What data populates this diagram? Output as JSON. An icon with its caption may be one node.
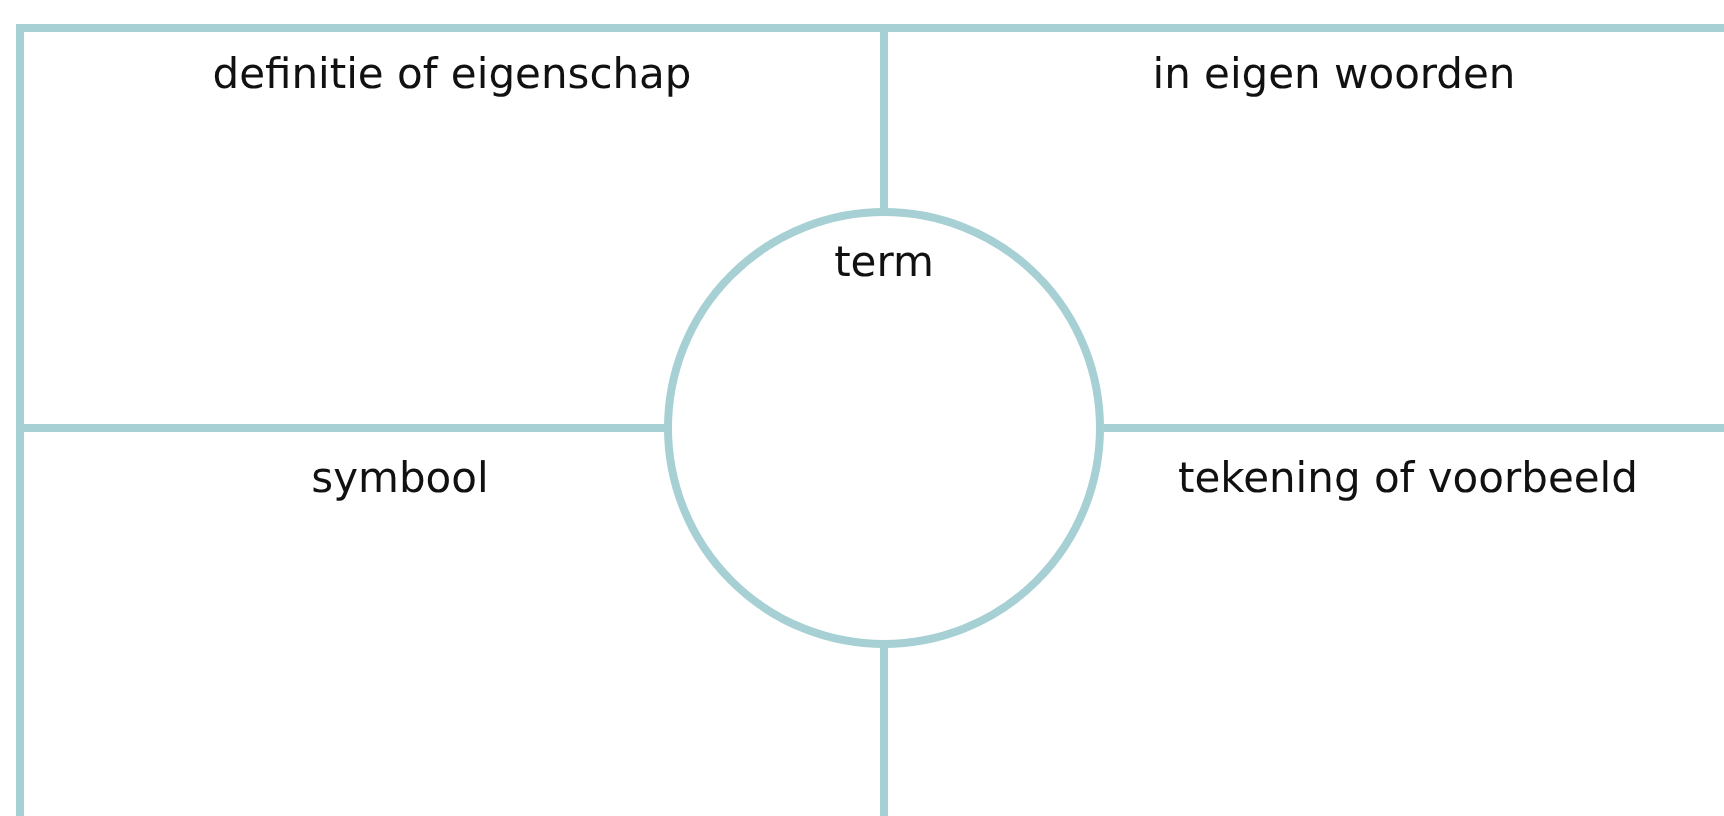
{
  "diagram": {
    "nodes": [
      {
        "text": [
          "definitie of eigenschap"
        ]
      },
      {
        "text": [
          "in eigen woorden"
        ]
      },
      {
        "text": [
          "term"
        ]
      },
      {
        "text": [
          "symbool"
        ]
      },
      {
        "text": [
          "tekening of voorbeeld"
        ]
      }
    ]
  }
}
